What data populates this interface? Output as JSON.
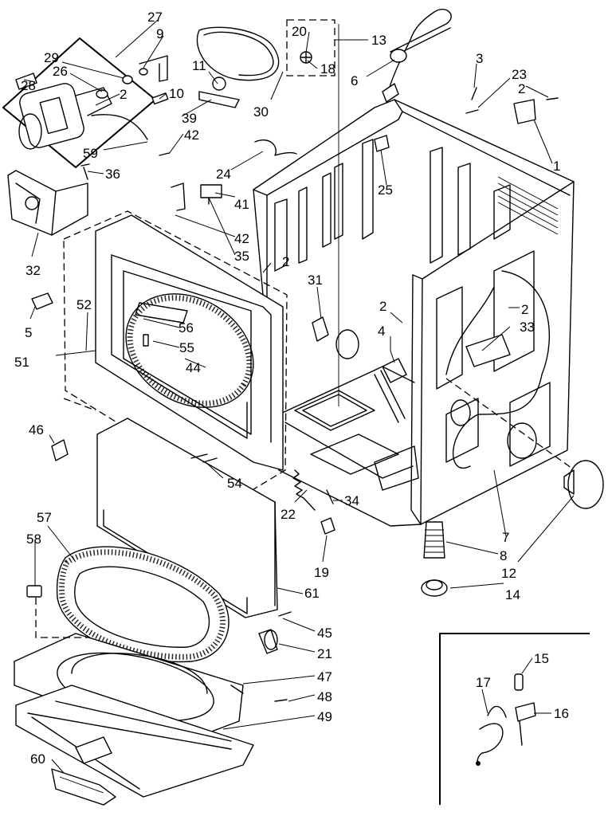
{
  "callouts": [
    {
      "label": "27"
    },
    {
      "label": "9"
    },
    {
      "label": "29"
    },
    {
      "label": "26"
    },
    {
      "label": "28"
    },
    {
      "label": "10"
    },
    {
      "label": "2"
    },
    {
      "label": "39"
    },
    {
      "label": "11"
    },
    {
      "label": "30"
    },
    {
      "label": "20"
    },
    {
      "label": "18"
    },
    {
      "label": "13"
    },
    {
      "label": "6"
    },
    {
      "label": "3"
    },
    {
      "label": "23"
    },
    {
      "label": "2"
    },
    {
      "label": "1"
    },
    {
      "label": "59"
    },
    {
      "label": "42"
    },
    {
      "label": "36"
    },
    {
      "label": "24"
    },
    {
      "label": "25"
    },
    {
      "label": "41"
    },
    {
      "label": "42"
    },
    {
      "label": "35"
    },
    {
      "label": "2"
    },
    {
      "label": "32"
    },
    {
      "label": "52"
    },
    {
      "label": "5"
    },
    {
      "label": "51"
    },
    {
      "label": "56"
    },
    {
      "label": "55"
    },
    {
      "label": "44"
    },
    {
      "label": "31"
    },
    {
      "label": "2"
    },
    {
      "label": "4"
    },
    {
      "label": "2"
    },
    {
      "label": "33"
    },
    {
      "label": "46"
    },
    {
      "label": "54"
    },
    {
      "label": "22"
    },
    {
      "label": "34"
    },
    {
      "label": "7"
    },
    {
      "label": "8"
    },
    {
      "label": "12"
    },
    {
      "label": "14"
    },
    {
      "label": "19"
    },
    {
      "label": "57"
    },
    {
      "label": "58"
    },
    {
      "label": "61"
    },
    {
      "label": "45"
    },
    {
      "label": "21"
    },
    {
      "label": "47"
    },
    {
      "label": "48"
    },
    {
      "label": "49"
    },
    {
      "label": "60"
    },
    {
      "label": "15"
    },
    {
      "label": "17"
    },
    {
      "label": "16"
    }
  ]
}
